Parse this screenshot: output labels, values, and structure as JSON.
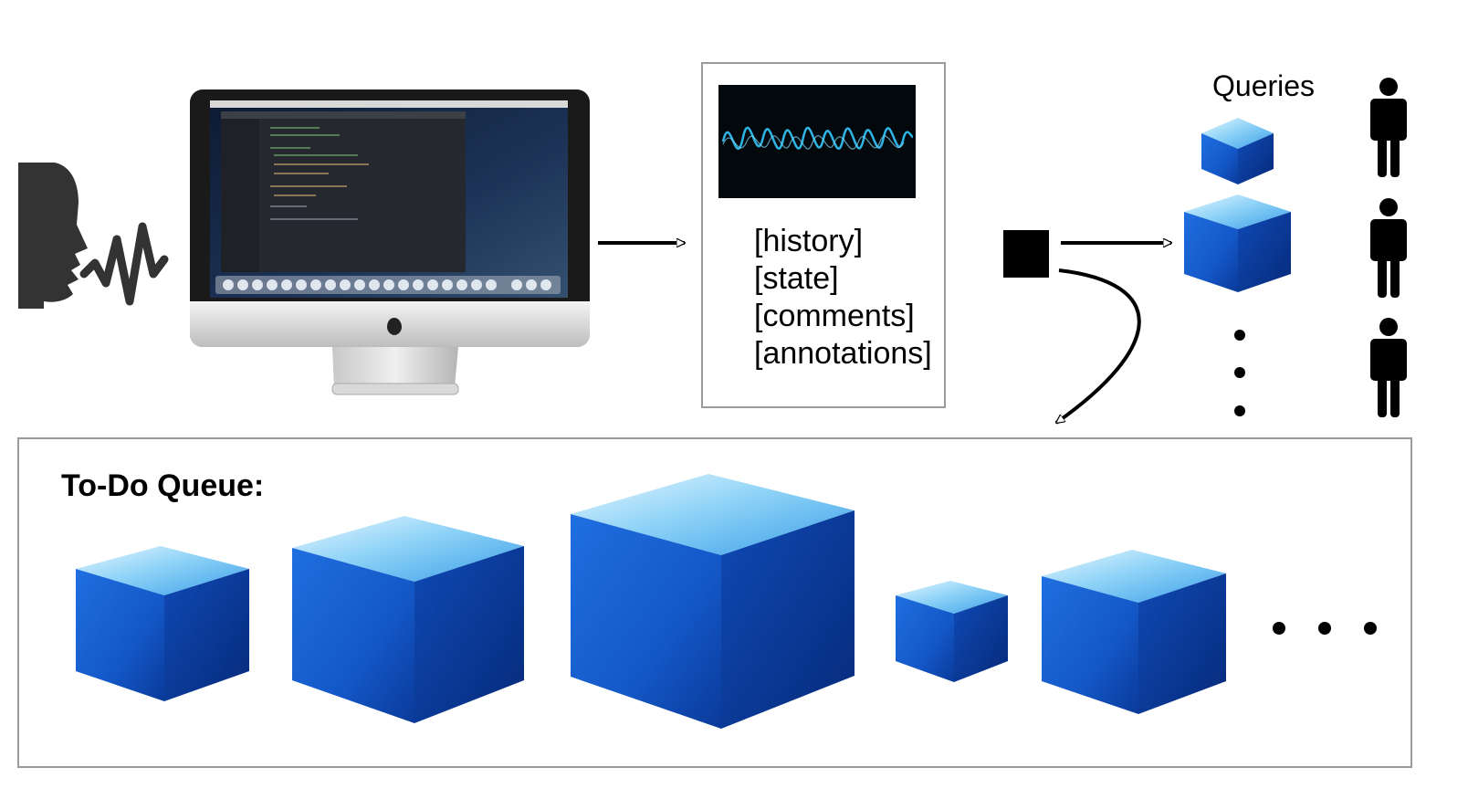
{
  "state_lines": [
    "[history]",
    "[state]",
    "[comments]",
    "[annotations]"
  ],
  "queries_label": "Queries",
  "queue_label": "To-Do Queue:",
  "colors": {
    "cube_top": "#8fd3f7",
    "cube_front": "#1458c8",
    "cube_side": "#0a3a9a",
    "outline": "#9a9a9a",
    "ink": "#000000"
  },
  "icons": [
    "speaker-icon",
    "waveform-icon",
    "imac-icon",
    "waveform-image",
    "person-icon",
    "cube-icon"
  ]
}
